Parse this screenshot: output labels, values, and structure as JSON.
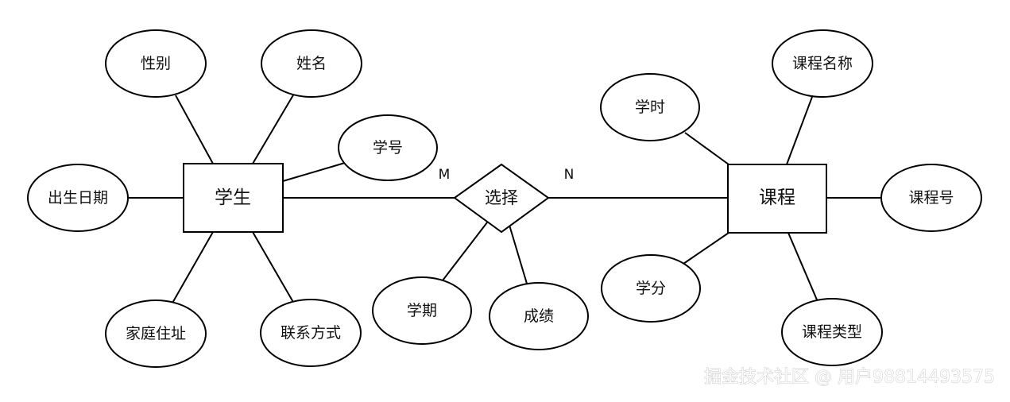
{
  "entities": [
    {
      "id": "student",
      "label": "学生"
    },
    {
      "id": "course",
      "label": "课程"
    }
  ],
  "relationships": [
    {
      "id": "select",
      "label": "选择"
    }
  ],
  "attributes": [
    {
      "id": "gender",
      "label": "性别",
      "of": "student"
    },
    {
      "id": "name",
      "label": "姓名",
      "of": "student"
    },
    {
      "id": "student_no",
      "label": "学号",
      "of": "student"
    },
    {
      "id": "birth_date",
      "label": "出生日期",
      "of": "student"
    },
    {
      "id": "home_address",
      "label": "家庭住址",
      "of": "student"
    },
    {
      "id": "contact",
      "label": "联系方式",
      "of": "student"
    },
    {
      "id": "semester",
      "label": "学期",
      "of": "select"
    },
    {
      "id": "grade",
      "label": "成绩",
      "of": "select"
    },
    {
      "id": "hours",
      "label": "学时",
      "of": "course"
    },
    {
      "id": "course_name",
      "label": "课程名称",
      "of": "course"
    },
    {
      "id": "course_no",
      "label": "课程号",
      "of": "course"
    },
    {
      "id": "credit",
      "label": "学分",
      "of": "course"
    },
    {
      "id": "course_type",
      "label": "课程类型",
      "of": "course"
    }
  ],
  "cardinality": {
    "student_side": "M",
    "course_side": "N"
  },
  "watermark": "掘金技术社区 @ 用户98814493575"
}
